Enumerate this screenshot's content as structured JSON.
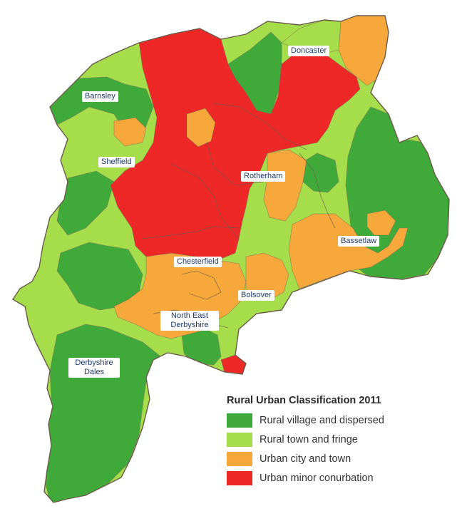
{
  "colors": {
    "rural_village": "#3faa3a",
    "rural_town": "#a6dd4a",
    "urban_city": "#f7a83a",
    "urban_minor": "#ee2727"
  },
  "places": {
    "doncaster": "Doncaster",
    "barnsley": "Barnsley",
    "sheffield": "Sheffield",
    "rotherham": "Rotherham",
    "bassetlaw": "Bassetlaw",
    "chesterfield": "Chesterfield",
    "bolsover": "Bolsover",
    "north_east_derbyshire": "North East Derbyshire",
    "derbyshire_dales": "Derbyshire Dales"
  },
  "legend": {
    "title": "Rural Urban Classification 2011",
    "items": [
      {
        "label": "Rural village and dispersed",
        "color": "#3faa3a"
      },
      {
        "label": "Rural town and fringe",
        "color": "#a6dd4a"
      },
      {
        "label": "Urban city and town",
        "color": "#f7a83a"
      },
      {
        "label": "Urban minor conurbation",
        "color": "#ee2727"
      }
    ]
  }
}
